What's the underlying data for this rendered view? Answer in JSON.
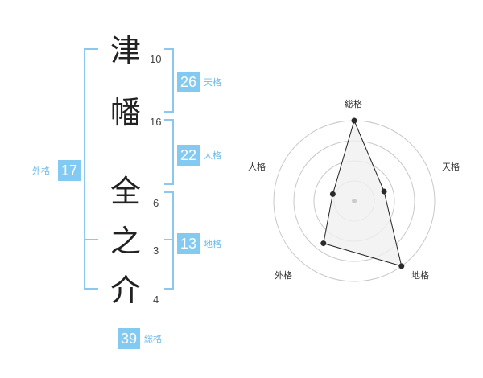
{
  "name_chars": [
    {
      "char": "津",
      "strokes": "10"
    },
    {
      "char": "幡",
      "strokes": "16"
    },
    {
      "char": "全",
      "strokes": "6"
    },
    {
      "char": "之",
      "strokes": "3"
    },
    {
      "char": "介",
      "strokes": "4"
    }
  ],
  "kakusuu": {
    "ten": {
      "value": "26",
      "label": "天格"
    },
    "jin": {
      "value": "22",
      "label": "人格"
    },
    "chi": {
      "value": "13",
      "label": "地格"
    },
    "gai": {
      "value": "17",
      "label": "外格"
    },
    "sou": {
      "value": "39",
      "label": "総格"
    }
  },
  "chart_data": {
    "type": "radar",
    "axes": [
      "総格",
      "天格",
      "地格",
      "外格",
      "人格"
    ],
    "rings": 4,
    "values": [
      1.0,
      0.39,
      1.0,
      0.65,
      0.28
    ],
    "colors": {
      "accent": "#83caf3",
      "fill": "#f0f0f0",
      "line": "#222222"
    }
  }
}
